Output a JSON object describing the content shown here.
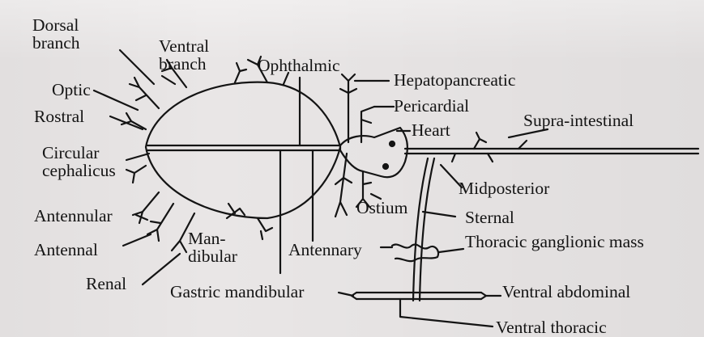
{
  "labels": {
    "dorsal_branch": "Dorsal branch",
    "ventral_branch": "Ventral branch",
    "ophthalmic": "Ophthalmic",
    "optic": "Optic",
    "rostral": "Rostral",
    "circular_cephalicus": "Circular cephalicus",
    "antennular": "Antennular",
    "antennal": "Antennal",
    "renal": "Renal",
    "mandibular": "Man- dibular",
    "antennary": "Antennary",
    "gastric_mandibular": "Gastric mandibular",
    "hepatopancreatic": "Hepatopancreatic",
    "pericardial": "Pericardial",
    "heart": "Heart",
    "supra_intestinal": "Supra-intestinal",
    "midposterior": "Midposterior",
    "ostium": "Ostium",
    "sternal": "Sternal",
    "thoracic_ganglionic_mass": "Thoracic ganglionic mass",
    "ventral_abdominal": "Ventral abdominal",
    "ventral_thoracic": "Ventral thoracic"
  },
  "colors": {
    "ink": "#141414",
    "paper": "#e9e6e6",
    "bleed": "#d2cfcf"
  }
}
